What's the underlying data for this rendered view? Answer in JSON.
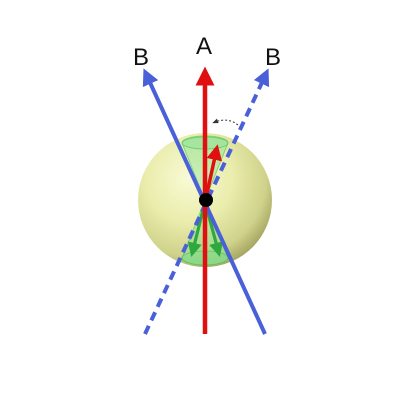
{
  "labels": {
    "axis_a": "A",
    "axis_b_left": "B",
    "axis_b_right": "B"
  },
  "colors": {
    "axis_a": "#e01010",
    "axis_b": "#4a60d8",
    "sphere_light": "#f6f8c6",
    "sphere_mid": "#e4e89a",
    "sphere_dark": "#b5b56a",
    "cone": "#48c25a",
    "cone_fill": "#7edc86",
    "center": "#000000",
    "curved_arrow": "#333333"
  },
  "icons": {
    "rotation_indicator": "curved-dashed-arrow-icon",
    "center_point": "black-dot"
  }
}
